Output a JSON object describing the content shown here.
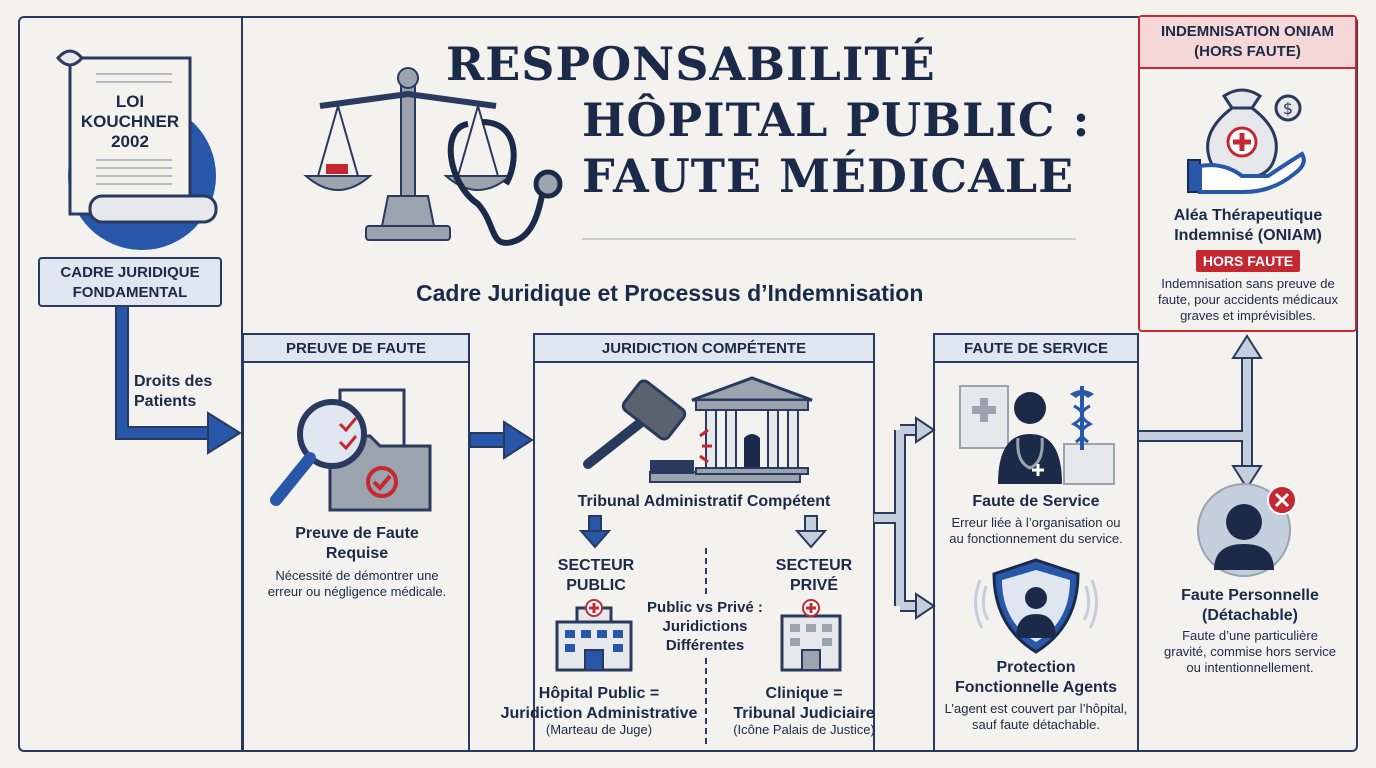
{
  "title": {
    "line1": "RESPONSABILITÉ",
    "line2": "HÔPITAL PUBLIC :",
    "line3": "FAUTE MÉDICALE"
  },
  "subtitle": "Cadre Juridique et Processus d’Indemnisation",
  "left": {
    "scroll_text": [
      "LOI",
      "KOUCHNER",
      "2002"
    ],
    "framework_label": [
      "CADRE JURIDIQUE",
      "FONDAMENTAL"
    ],
    "arrow_label": [
      "Droits des",
      "Patients"
    ]
  },
  "preuve": {
    "header": "PREUVE DE FAUTE",
    "title": [
      "Preuve de Faute",
      "Requise"
    ],
    "desc": [
      "Nécessité de démontrer une",
      "erreur ou négligence médicale."
    ]
  },
  "juridiction": {
    "header": "JURIDICTION COMPÉTENTE",
    "tribunal": "Tribunal Administratif Compétent",
    "public_label": [
      "SECTEUR",
      "PUBLIC"
    ],
    "prive_label": [
      "SECTEUR",
      "PRIVÉ"
    ],
    "vs_label": [
      "Public vs Privé :",
      "Juridictions",
      "Différentes"
    ],
    "public_result": [
      "Hôpital Public =",
      "Juridiction Administrative"
    ],
    "public_note": "(Marteau de Juge)",
    "prive_result": [
      "Clinique =",
      "Tribunal Judiciaire"
    ],
    "prive_note": "(Icône Palais de Justice)"
  },
  "faute_service": {
    "header": "FAUTE DE SERVICE",
    "title": "Faute de Service",
    "desc": [
      "Erreur liée à l’organisation ou",
      "au fonctionnement du service."
    ],
    "protection_title": [
      "Protection",
      "Fonctionnelle Agents"
    ],
    "protection_desc": [
      "L’agent est couvert par l’hôpital,",
      "sauf faute détachable."
    ]
  },
  "oniam": {
    "header": [
      "INDEMNISATION ONIAM",
      "(HORS FAUTE)"
    ],
    "title": [
      "Aléa Thérapeutique",
      "Indemnisé (ONIAM)"
    ],
    "badge": "HORS FAUTE",
    "desc": [
      "Indemnisation sans preuve de",
      "faute, pour accidents médicaux",
      "graves et imprévisibles."
    ]
  },
  "personnelle": {
    "title": [
      "Faute Personnelle",
      "(Détachable)"
    ],
    "desc": [
      "Faute d’une particulière",
      "gravité, commise hors service",
      "ou intentionnellement."
    ]
  },
  "colors": {
    "navy": "#1b2a49",
    "blue": "#2856a8",
    "light_blue": "#dfe6ef",
    "red": "#c62832",
    "background": "#f3f2ee"
  }
}
